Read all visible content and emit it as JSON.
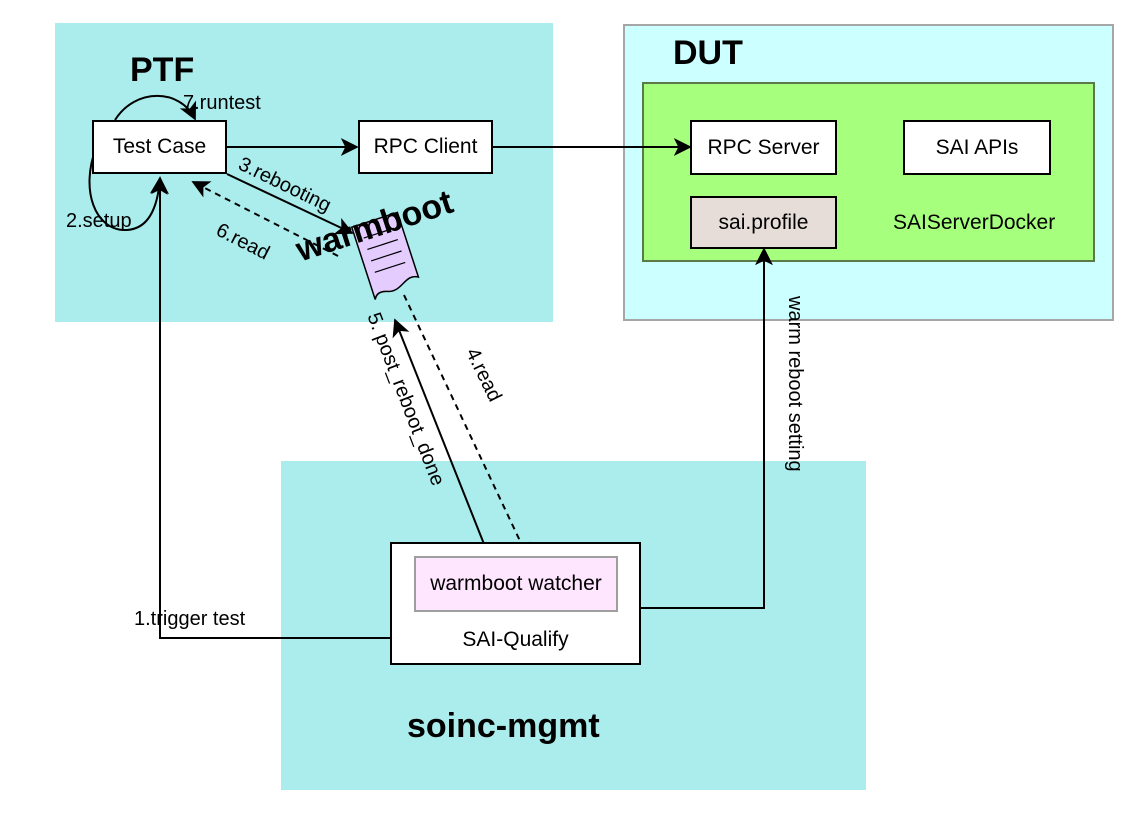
{
  "colors": {
    "region_fill": "#ABECEC",
    "dut_fill": "#CCFFFF",
    "dut_border": "#A6A6A6",
    "docker_fill": "#A6FF7D",
    "profile_fill": "#E6DDD8",
    "watcher_fill": "#FFE6FF",
    "doc_fill": "#E5CCFF",
    "box_fill": "#FFFFFF",
    "stroke": "#000000"
  },
  "regions": {
    "ptf": "PTF",
    "dut": "DUT",
    "mgmt": "soinc-mgmt"
  },
  "boxes": {
    "test_case": "Test Case",
    "rpc_client": "RPC Client",
    "rpc_server": "RPC Server",
    "sai_apis": "SAI APIs",
    "sai_profile": "sai.profile",
    "docker": "SAIServerDocker",
    "watcher": "warmboot watcher",
    "sai_qualify": "SAI-Qualify"
  },
  "document": {
    "label": "warmboot"
  },
  "edges": {
    "trigger_test": "1.trigger test",
    "setup": "2.setup",
    "rebooting": "3.rebooting",
    "read4": "4.read",
    "post_reboot_done": "5. post_reboot_done",
    "read6": "6.read",
    "runtest": "7.runtest",
    "warm_reboot_setting": "warm reboot setting"
  }
}
